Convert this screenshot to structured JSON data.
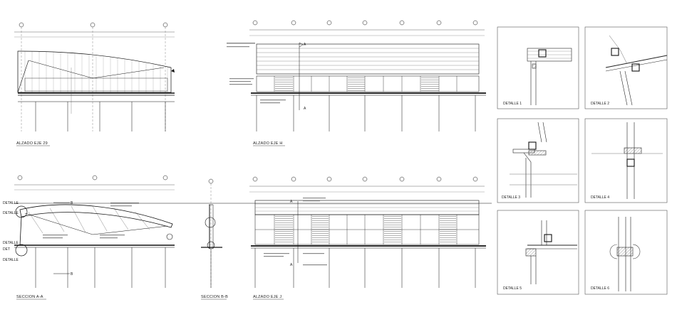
{
  "drawing": {
    "views": [
      {
        "id": "alzado-eje-29",
        "title": "ALZADO EJE 29"
      },
      {
        "id": "alzado-eje-h",
        "title": "ALZADO EJE H"
      },
      {
        "id": "seccion-a-a",
        "title": "SECCION A-A"
      },
      {
        "id": "seccion-b-b",
        "title": "SECCION B-B"
      },
      {
        "id": "alzado-eje-j",
        "title": "ALZADO EJE J"
      }
    ],
    "details": [
      {
        "id": "detalle-1",
        "title": "DETALLE 1"
      },
      {
        "id": "detalle-2",
        "title": "DETALLE 2"
      },
      {
        "id": "detalle-3",
        "title": "DETALLE 3"
      },
      {
        "id": "detalle-4",
        "title": "DETALLE 4"
      },
      {
        "id": "detalle-5",
        "title": "DETALLE 5"
      },
      {
        "id": "detalle-6",
        "title": "DETALLE 6"
      }
    ],
    "markers": {
      "a": "A",
      "b": "B",
      "detail_nums": [
        "1",
        "2",
        "3",
        "4",
        "5",
        "6"
      ]
    },
    "colors": {
      "line": "#111111",
      "light": "#777777",
      "frame": "#555555"
    }
  }
}
